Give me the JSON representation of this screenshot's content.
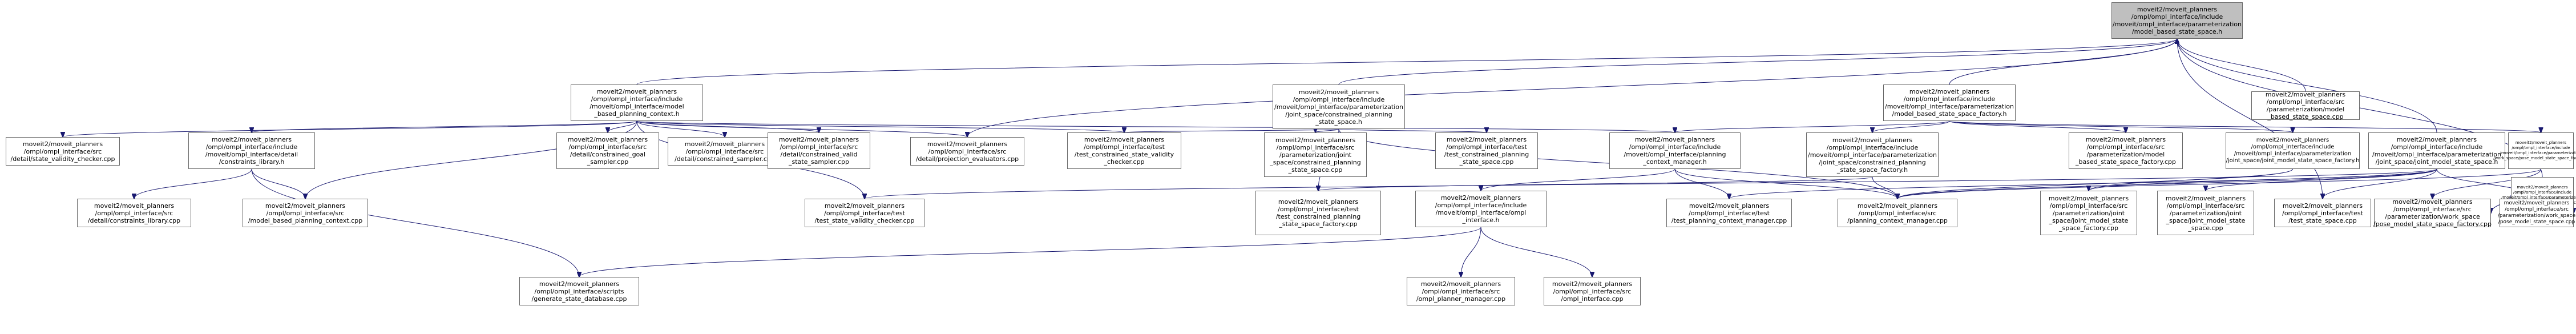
{
  "colors": {
    "edge": "#191970",
    "node_border": "#666666",
    "root_fill": "#bfbfbf",
    "node_fill": "#ffffff"
  },
  "nodes": [
    {
      "id": "root",
      "lines": [
        "moveit2/moveit_planners",
        "/ompl/ompl_interface/include",
        "/moveit/ompl_interface/parameterization",
        "/model_based_state_space.h"
      ],
      "root": true
    },
    {
      "id": "mpc",
      "lines": [
        "moveit2/moveit_planners",
        "/ompl/ompl_interface/include",
        "/moveit/ompl_interface/model",
        "_based_planning_context.h"
      ]
    },
    {
      "id": "csp",
      "lines": [
        "moveit2/moveit_planners",
        "/ompl/ompl_interface/include",
        "/moveit/ompl_interface/parameterization",
        "/joint_space/constrained_planning",
        "_state_space.h"
      ]
    },
    {
      "id": "mbssf",
      "lines": [
        "moveit2/moveit_planners",
        "/ompl/ompl_interface/include",
        "/moveit/ompl_interface/parameterization",
        "/model_based_state_space_factory.h"
      ]
    },
    {
      "id": "mbsscpp",
      "lines": [
        "moveit2/moveit_planners",
        "/ompl/ompl_interface/src",
        "/parameterization/model",
        "_based_state_space.cpp"
      ]
    },
    {
      "id": "svc",
      "lines": [
        "moveit2/moveit_planners",
        "/ompl/ompl_interface/src",
        "/detail/state_validity_checker.cpp"
      ]
    },
    {
      "id": "clh",
      "lines": [
        "moveit2/moveit_planners",
        "/ompl/ompl_interface/include",
        "/moveit/ompl_interface/detail",
        "/constraints_library.h"
      ]
    },
    {
      "id": "cgs",
      "lines": [
        "moveit2/moveit_planners",
        "/ompl/ompl_interface/src",
        "/detail/constrained_goal",
        "_sampler.cpp"
      ]
    },
    {
      "id": "cs",
      "lines": [
        "moveit2/moveit_planners",
        "/ompl/ompl_interface/src",
        "/detail/constrained_sampler.cpp"
      ]
    },
    {
      "id": "cvss",
      "lines": [
        "moveit2/moveit_planners",
        "/ompl/ompl_interface/src",
        "/detail/constrained_valid",
        "_state_sampler.cpp"
      ]
    },
    {
      "id": "pe",
      "lines": [
        "moveit2/moveit_planners",
        "/ompl/ompl_interface/src",
        "/detail/projection_evaluators.cpp"
      ]
    },
    {
      "id": "tcsvc",
      "lines": [
        "moveit2/moveit_planners",
        "/ompl/ompl_interface/test",
        "/test_constrained_state_validity",
        "_checker.cpp"
      ]
    },
    {
      "id": "cpsscpp",
      "lines": [
        "moveit2/moveit_planners",
        "/ompl/ompl_interface/src",
        "/parameterization/joint",
        "_space/constrained_planning",
        "_state_space.cpp"
      ]
    },
    {
      "id": "tcpss",
      "lines": [
        "moveit2/moveit_planners",
        "/ompl/ompl_interface/test",
        "/test_constrained_planning",
        "_state_space.cpp"
      ]
    },
    {
      "id": "pcm",
      "lines": [
        "moveit2/moveit_planners",
        "/ompl/ompl_interface/include",
        "/moveit/ompl_interface/planning",
        "_context_manager.h"
      ]
    },
    {
      "id": "cpssf",
      "lines": [
        "moveit2/moveit_planners",
        "/ompl/ompl_interface/include",
        "/moveit/ompl_interface/parameterization",
        "/joint_space/constrained_planning",
        "_state_space_factory.h"
      ]
    },
    {
      "id": "mbssfcpp",
      "lines": [
        "moveit2/moveit_planners",
        "/ompl/ompl_interface/src",
        "/parameterization/model",
        "_based_state_space_factory.cpp"
      ]
    },
    {
      "id": "jmssf",
      "lines": [
        "moveit2/moveit_planners",
        "/ompl/ompl_interface/include",
        "/moveit/ompl_interface/parameterization",
        "/joint_space/joint_model_state_space_factory.h"
      ]
    },
    {
      "id": "jmss",
      "lines": [
        "moveit2/moveit_planners",
        "/ompl/ompl_interface/include",
        "/moveit/ompl_interface/parameterization",
        "/joint_space/joint_model_state_space.h"
      ]
    },
    {
      "id": "pmssf",
      "lines": [
        "moveit2/moveit_planners",
        "/ompl/ompl_interface/include",
        "/moveit/ompl_interface/parameterization",
        "/work_space/pose_model_state_space_factory.h"
      ]
    },
    {
      "id": "pmss",
      "lines": [
        "moveit2/moveit_planners",
        "/ompl/ompl_interface/include",
        "/moveit/ompl_interface/parameterization",
        "/work_space/pose_model_state_space.h"
      ]
    },
    {
      "id": "clcpp",
      "lines": [
        "moveit2/moveit_planners",
        "/ompl/ompl_interface/src",
        "/detail/constraints_library.cpp"
      ]
    },
    {
      "id": "mbpccpp",
      "lines": [
        "moveit2/moveit_planners",
        "/ompl/ompl_interface/src",
        "/model_based_planning_context.cpp"
      ]
    },
    {
      "id": "tsvc",
      "lines": [
        "moveit2/moveit_planners",
        "/ompl/ompl_interface/test",
        "/test_state_validity_checker.cpp"
      ]
    },
    {
      "id": "tcpssf",
      "lines": [
        "moveit2/moveit_planners",
        "/ompl/ompl_interface/test",
        "/test_constrained_planning",
        "_state_space_factory.cpp"
      ]
    },
    {
      "id": "oih",
      "lines": [
        "moveit2/moveit_planners",
        "/ompl/ompl_interface/include",
        "/moveit/ompl_interface/ompl",
        "_interface.h"
      ]
    },
    {
      "id": "tpcm",
      "lines": [
        "moveit2/moveit_planners",
        "/ompl/ompl_interface/test",
        "/test_planning_context_manager.cpp"
      ]
    },
    {
      "id": "pcmcpp",
      "lines": [
        "moveit2/moveit_planners",
        "/ompl/ompl_interface/src",
        "/planning_context_manager.cpp"
      ]
    },
    {
      "id": "jmssfcpp",
      "lines": [
        "moveit2/moveit_planners",
        "/ompl/ompl_interface/src",
        "/parameterization/joint",
        "_space/joint_model_state",
        "_space_factory.cpp"
      ]
    },
    {
      "id": "jmsscpp",
      "lines": [
        "moveit2/moveit_planners",
        "/ompl/ompl_interface/src",
        "/parameterization/joint",
        "_space/joint_model_state",
        "_space.cpp"
      ]
    },
    {
      "id": "tss",
      "lines": [
        "moveit2/moveit_planners",
        "/ompl/ompl_interface/test",
        "/test_state_space.cpp"
      ]
    },
    {
      "id": "pmssfcpp",
      "lines": [
        "moveit2/moveit_planners",
        "/ompl/ompl_interface/src",
        "/parameterization/work_space",
        "/pose_model_state_space_factory.cpp"
      ]
    },
    {
      "id": "pmsscpp",
      "lines": [
        "moveit2/moveit_planners",
        "/ompl/ompl_interface/src",
        "/parameterization/work_space",
        "/pose_model_state_space.cpp"
      ]
    },
    {
      "id": "gsd",
      "lines": [
        "moveit2/moveit_planners",
        "/ompl/ompl_interface/scripts",
        "/generate_state_database.cpp"
      ]
    },
    {
      "id": "opm",
      "lines": [
        "moveit2/moveit_planners",
        "/ompl/ompl_interface/src",
        "/ompl_planner_manager.cpp"
      ]
    },
    {
      "id": "oicpp",
      "lines": [
        "moveit2/moveit_planners",
        "/ompl/ompl_interface/src",
        "/ompl_interface.cpp"
      ]
    }
  ],
  "edges": [
    [
      "mpc",
      "root"
    ],
    [
      "csp",
      "root"
    ],
    [
      "mbssf",
      "root"
    ],
    [
      "mbsscpp",
      "root"
    ],
    [
      "pe",
      "root"
    ],
    [
      "jmss",
      "root"
    ],
    [
      "pmss",
      "root"
    ],
    [
      "tss",
      "root"
    ],
    [
      "mpc",
      "svc"
    ],
    [
      "mpc",
      "clh"
    ],
    [
      "mpc",
      "cgs"
    ],
    [
      "mpc",
      "cs"
    ],
    [
      "mpc",
      "cvss"
    ],
    [
      "mpc",
      "pe"
    ],
    [
      "mpc",
      "tcsvc"
    ],
    [
      "mpc",
      "pcm"
    ],
    [
      "mpc",
      "mbpccpp"
    ],
    [
      "mpc",
      "tsvc"
    ],
    [
      "csp",
      "tcsvc"
    ],
    [
      "csp",
      "cpsscpp"
    ],
    [
      "csp",
      "tcpss"
    ],
    [
      "csp",
      "tcpssf"
    ],
    [
      "csp",
      "pcmcpp"
    ],
    [
      "mbssf",
      "pcm"
    ],
    [
      "mbssf",
      "cpssf"
    ],
    [
      "mbssf",
      "mbssfcpp"
    ],
    [
      "mbssf",
      "jmssf"
    ],
    [
      "mbssf",
      "pmssf"
    ],
    [
      "clh",
      "clcpp"
    ],
    [
      "clh",
      "mbpccpp"
    ],
    [
      "clh",
      "gsd"
    ],
    [
      "pcm",
      "oih"
    ],
    [
      "pcm",
      "tpcm"
    ],
    [
      "pcm",
      "pcmcpp"
    ],
    [
      "cpssf",
      "tcpssf"
    ],
    [
      "cpssf",
      "pcmcpp"
    ],
    [
      "jmssf",
      "jmssfcpp"
    ],
    [
      "jmssf",
      "pcmcpp"
    ],
    [
      "jmss",
      "tsvc"
    ],
    [
      "jmss",
      "tpcm"
    ],
    [
      "jmss",
      "pcmcpp"
    ],
    [
      "jmss",
      "jmssfcpp"
    ],
    [
      "jmss",
      "jmsscpp"
    ],
    [
      "jmss",
      "tss"
    ],
    [
      "jmss",
      "pmsscpp"
    ],
    [
      "pmssf",
      "pmssfcpp"
    ],
    [
      "pmssf",
      "pcmcpp"
    ],
    [
      "pmss",
      "pmssfcpp"
    ],
    [
      "pmss",
      "pmsscpp"
    ],
    [
      "oih",
      "gsd"
    ],
    [
      "oih",
      "opm"
    ],
    [
      "oih",
      "oicpp"
    ]
  ]
}
